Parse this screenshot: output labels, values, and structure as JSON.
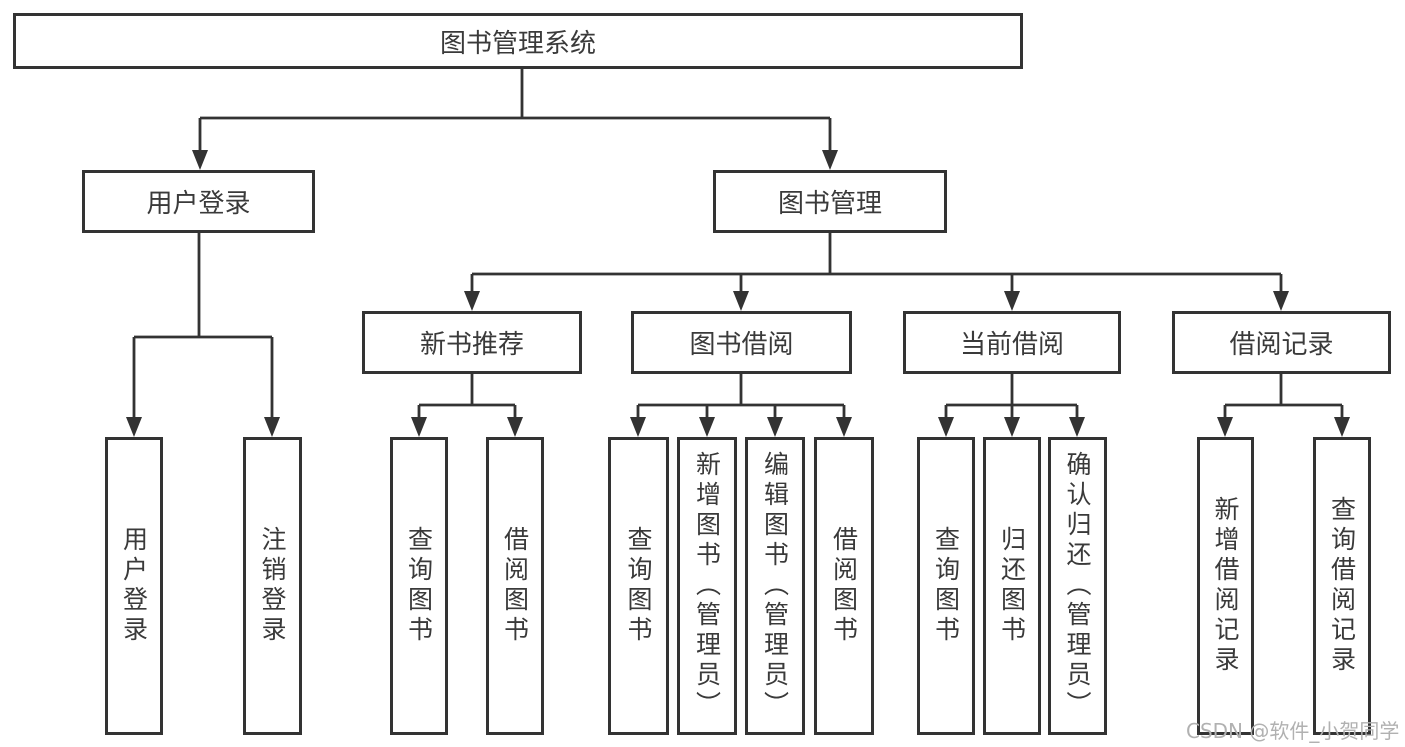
{
  "tree": {
    "root": {
      "label": "图书管理系统"
    },
    "user_login": {
      "label": "用户登录",
      "children": [
        {
          "label": "用户登录"
        },
        {
          "label": "注销登录"
        }
      ]
    },
    "book_management": {
      "label": "图书管理",
      "groups": [
        {
          "label": "新书推荐",
          "children": [
            {
              "label": "查询图书"
            },
            {
              "label": "借阅图书"
            }
          ]
        },
        {
          "label": "图书借阅",
          "children": [
            {
              "label": "查询图书"
            },
            {
              "label": "新增图书（管理员）"
            },
            {
              "label": "编辑图书（管理员）"
            },
            {
              "label": "借阅图书"
            }
          ]
        },
        {
          "label": "当前借阅",
          "children": [
            {
              "label": "查询图书"
            },
            {
              "label": "归还图书"
            },
            {
              "label": "确认归还（管理员）"
            }
          ]
        },
        {
          "label": "借阅记录",
          "children": [
            {
              "label": "新增借阅记录"
            },
            {
              "label": "查询借阅记录"
            }
          ]
        }
      ]
    }
  },
  "colors": {
    "line": "#333333",
    "text": "#3a3a3a",
    "watermark_text": "#b1b1b1",
    "background": "#ffffff"
  },
  "watermark": {
    "text": "CSDN @软件_小贺同学"
  }
}
